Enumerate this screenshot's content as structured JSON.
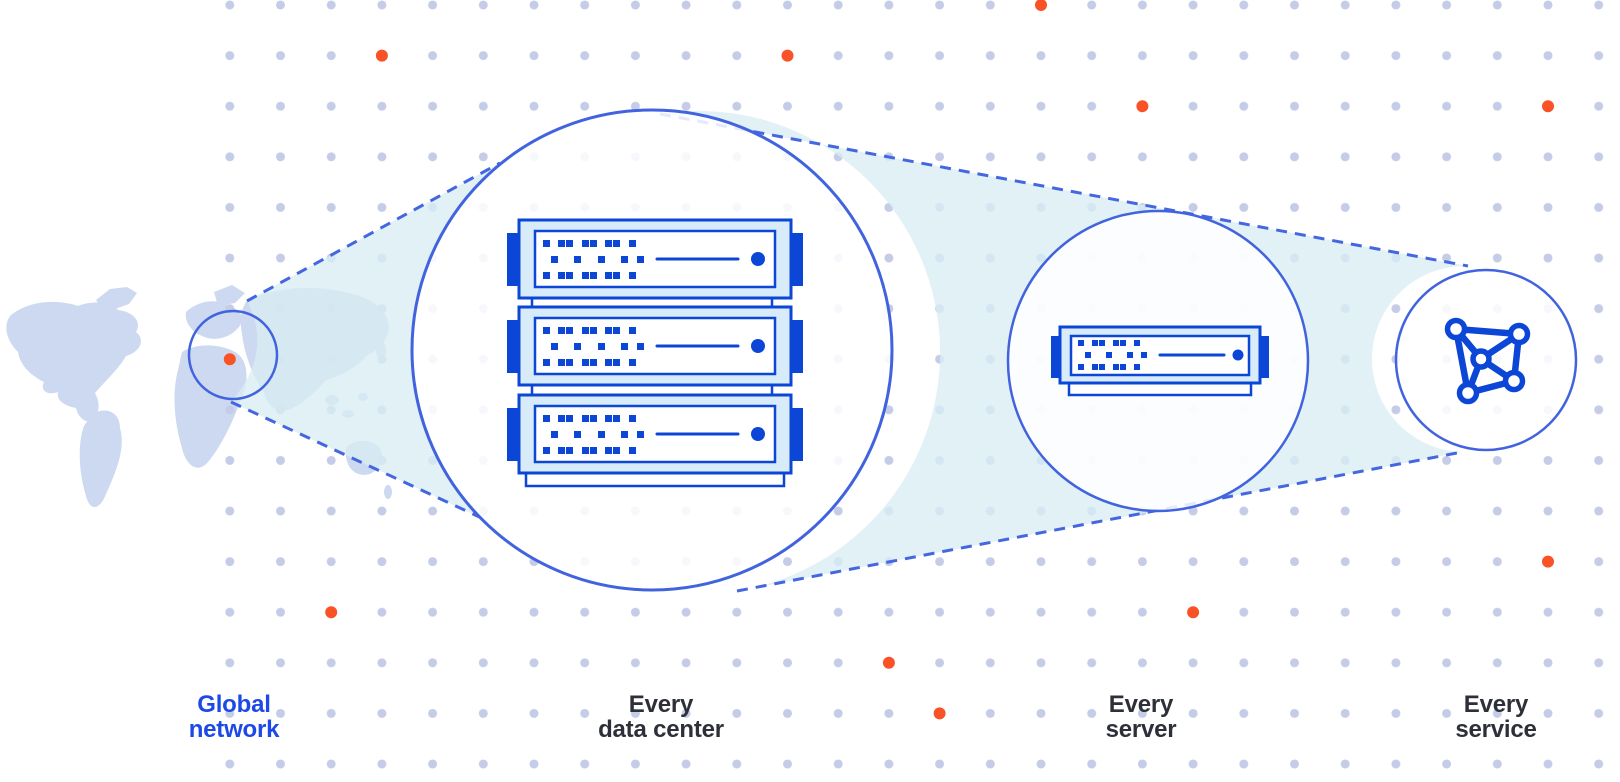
{
  "diagram": {
    "type": "network-zoom-illustration",
    "labels": {
      "global_network": {
        "line1": "Global",
        "line2": "network"
      },
      "every_data_center": {
        "line1": "Every",
        "line2": "data center"
      },
      "every_server": {
        "line1": "Every",
        "line2": "server"
      },
      "every_service": {
        "line1": "Every",
        "line2": "service"
      }
    },
    "icons": {
      "map": "world-map",
      "map_marker": "location-dot",
      "data_center": "server-stack-icon",
      "server": "server-icon",
      "service": "network-graph-icon"
    },
    "theme": {
      "accent_blue": "#0c46d7",
      "stroke_blue": "#4263de",
      "dash_blue": "#4466e1",
      "text_blue": "#1d49e6",
      "text_dark": "#2d3038",
      "dot_color": "#c5cce7",
      "orange": "#fa5227",
      "cone_fill": "#d9edf4",
      "map_fill": "#cdd9f1",
      "chassis_fill": "#d7ecf8"
    }
  }
}
